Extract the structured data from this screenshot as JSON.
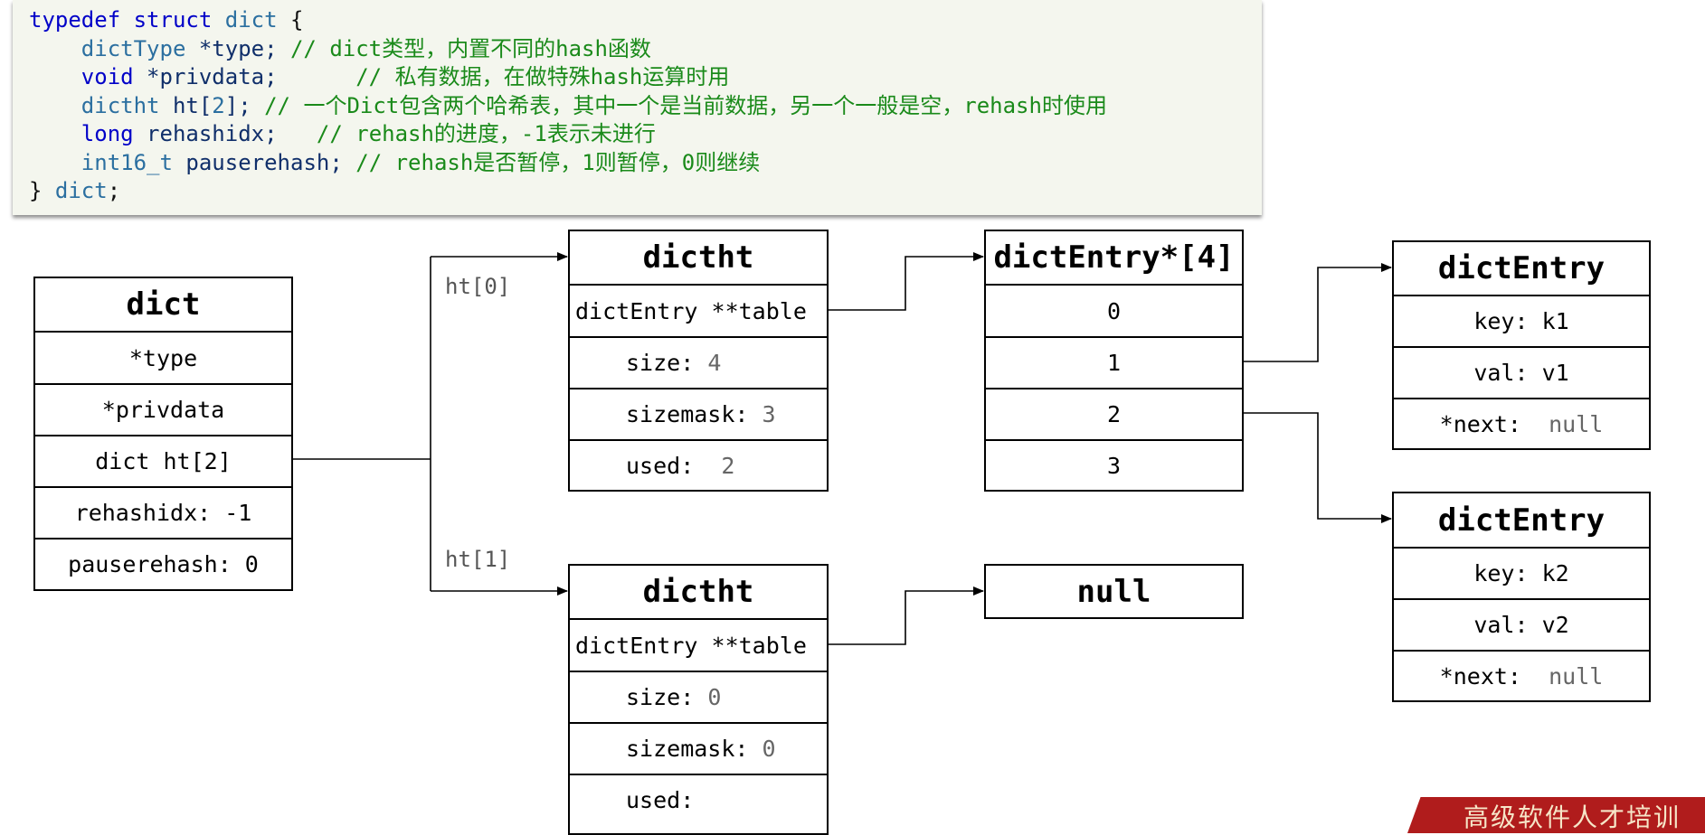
{
  "code": {
    "line1": {
      "kw1": "typedef",
      "kw2": "struct",
      "name": "dict",
      "rest": " {"
    },
    "line2": {
      "type": "dictType",
      "decl": " *type; ",
      "comment": "// dict类型，内置不同的hash函数"
    },
    "line3": {
      "type": "void",
      "decl": " *privdata;      ",
      "comment": "// 私有数据，在做特殊hash运算时用"
    },
    "line4": {
      "type": "dictht",
      "decl_a": " ht[",
      "num": "2",
      "decl_b": "]; ",
      "comment": "// 一个Dict包含两个哈希表，其中一个是当前数据，另一个一般是空，rehash时使用"
    },
    "line5": {
      "type": "long",
      "decl": " rehashidx;   ",
      "comment": "// rehash的进度，-1表示未进行"
    },
    "line6": {
      "type": "int16_t",
      "decl": " pauserehash; ",
      "comment": "// rehash是否暂停，1则暂停，0则继续"
    },
    "line7": {
      "close": "} ",
      "name": "dict",
      "end": ";"
    }
  },
  "dict_box": {
    "title": "dict",
    "fields": [
      "*type",
      "*privdata",
      "dict ht[2]",
      "rehashidx: -1",
      "pauserehash: 0"
    ]
  },
  "labels": {
    "ht0": "ht[0]",
    "ht1": "ht[1]"
  },
  "dictht0": {
    "title": "dictht",
    "table": "dictEntry **table",
    "size_label": "size: ",
    "size_value": "4",
    "sizemask_label": "sizemask: ",
    "sizemask_value": "3",
    "used_label": "used:  ",
    "used_value": "2"
  },
  "dictht1": {
    "title": "dictht",
    "table": "dictEntry **table",
    "size_label": "size: ",
    "size_value": "0",
    "sizemask_label": "sizemask: ",
    "sizemask_value": "0",
    "used_label": "used: "
  },
  "array_box": {
    "title": "dictEntry*[4]",
    "slots": [
      "0",
      "1",
      "2",
      "3"
    ]
  },
  "null_box": {
    "title": "null"
  },
  "entry1": {
    "title": "dictEntry",
    "key": "key: k1",
    "val": "val: v1",
    "next_label": "*next:  ",
    "next_value": "null"
  },
  "entry2": {
    "title": "dictEntry",
    "key": "key: k2",
    "val": "val: v2",
    "next_label": "*next:  ",
    "next_value": "null"
  },
  "banner": {
    "text": "高级软件人才培训"
  },
  "colors": {
    "code_bg": "#f4f6ee",
    "keyword": "#0000c8",
    "type": "#2b6fa0",
    "comment": "#1a8a1a",
    "banner": "#b01c1c"
  }
}
